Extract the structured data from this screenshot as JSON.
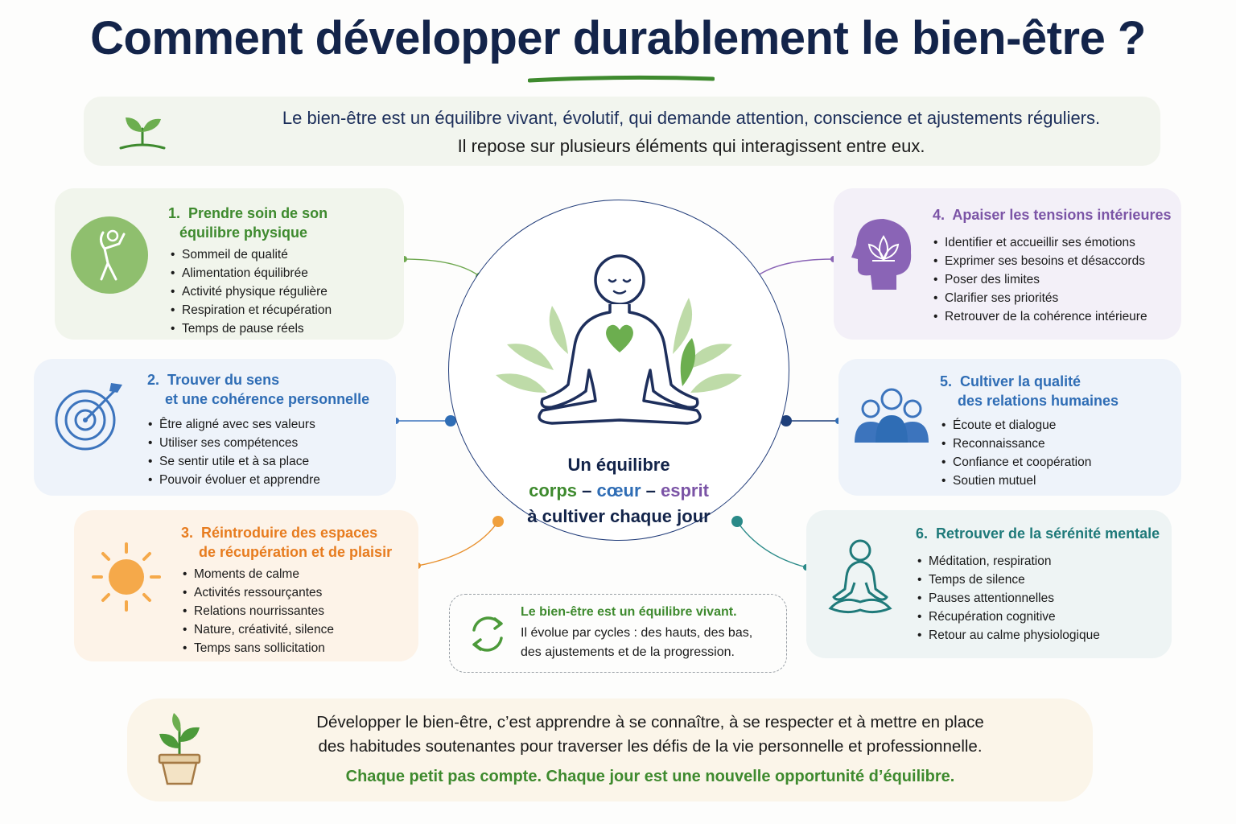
{
  "title": "Comment développer durablement le bien-être ?",
  "intro": {
    "line1": "Le bien-être est un équilibre vivant, évolutif, qui demande attention, conscience et ajustements réguliers.",
    "line2": "Il repose sur plusieurs éléments qui interagissent entre eux."
  },
  "cards": [
    {
      "number": "1.",
      "title_line1": "Prendre soin de son",
      "title_line2": "équilibre physique",
      "items": [
        "Sommeil de qualité",
        "Alimentation équilibrée",
        "Activité physique régulière",
        "Respiration et récupération",
        "Temps de pause réels"
      ],
      "color": "#3e8a2e",
      "bg": "#f1f5ec"
    },
    {
      "number": "2.",
      "title_line1": "Trouver du sens",
      "title_line2": "et une cohérence personnelle",
      "items": [
        "Être aligné avec ses valeurs",
        "Utiliser ses compétences",
        "Se sentir utile et à sa place",
        "Pouvoir évoluer et apprendre"
      ],
      "color": "#2f6db5",
      "bg": "#eef3fa"
    },
    {
      "number": "3.",
      "title_line1": "Réintroduire des espaces",
      "title_line2": "de récupération et de plaisir",
      "items": [
        "Moments de calme",
        "Activités ressourçantes",
        "Relations nourrissantes",
        "Nature, créativité, silence",
        "Temps sans sollicitation"
      ],
      "color": "#e77c1f",
      "bg": "#fdf3e8"
    },
    {
      "number": "4.",
      "title_line1": "Apaiser les tensions intérieures",
      "title_line2": "",
      "items": [
        "Identifier et accueillir ses émotions",
        "Exprimer ses besoins et désaccords",
        "Poser des limites",
        "Clarifier ses priorités",
        "Retrouver de la cohérence intérieure"
      ],
      "color": "#7b54a6",
      "bg": "#f3f0f8"
    },
    {
      "number": "5.",
      "title_line1": "Cultiver la qualité",
      "title_line2": "des relations humaines",
      "items": [
        "Écoute et dialogue",
        "Reconnaissance",
        "Confiance et coopération",
        "Soutien mutuel"
      ],
      "color": "#2f6db5",
      "bg": "#eef3fa"
    },
    {
      "number": "6.",
      "title_line1": "Retrouver de la sérénité mentale",
      "title_line2": "",
      "items": [
        "Méditation, respiration",
        "Temps de silence",
        "Pauses attentionnelles",
        "Récupération cognitive",
        "Retour au calme physiologique"
      ],
      "color": "#1f7a7a",
      "bg": "#eef4f4"
    }
  ],
  "center": {
    "line1": "Un équilibre",
    "word_corps": "corps",
    "dash1": "–",
    "word_coeur": "cœur",
    "dash2": "–",
    "word_esprit": "esprit",
    "line3": "à cultiver chaque jour"
  },
  "cycle": {
    "title": "Le bien-être est un équilibre vivant.",
    "line1": "Il évolue par cycles : des hauts, des bas,",
    "line2": "des ajustements et de la progression."
  },
  "footer": {
    "line1": "Développer le bien-être, c’est apprendre à se connaître, à se respecter et à mettre en place",
    "line2": "des habitudes soutenantes pour traverser les défis de la vie personnelle et professionnelle.",
    "line3": "Chaque petit pas compte. Chaque jour est une nouvelle opportunité d’équilibre."
  },
  "colors": {
    "navy": "#13244a",
    "green": "#3e8a2e",
    "blue": "#2f6db5",
    "orange": "#e77c1f",
    "purple": "#7b54a6",
    "teal": "#1f7a7a"
  },
  "icons": {
    "intro": "sprout-icon",
    "card1": "stretching-person-icon",
    "card2": "target-arrow-icon",
    "card3": "sun-icon",
    "card4": "head-lotus-icon",
    "card5": "people-group-icon",
    "card6": "meditation-person-icon",
    "center": "meditating-figure-heart-icon",
    "cycle": "cycle-arrows-icon",
    "footer": "potted-plant-icon"
  }
}
